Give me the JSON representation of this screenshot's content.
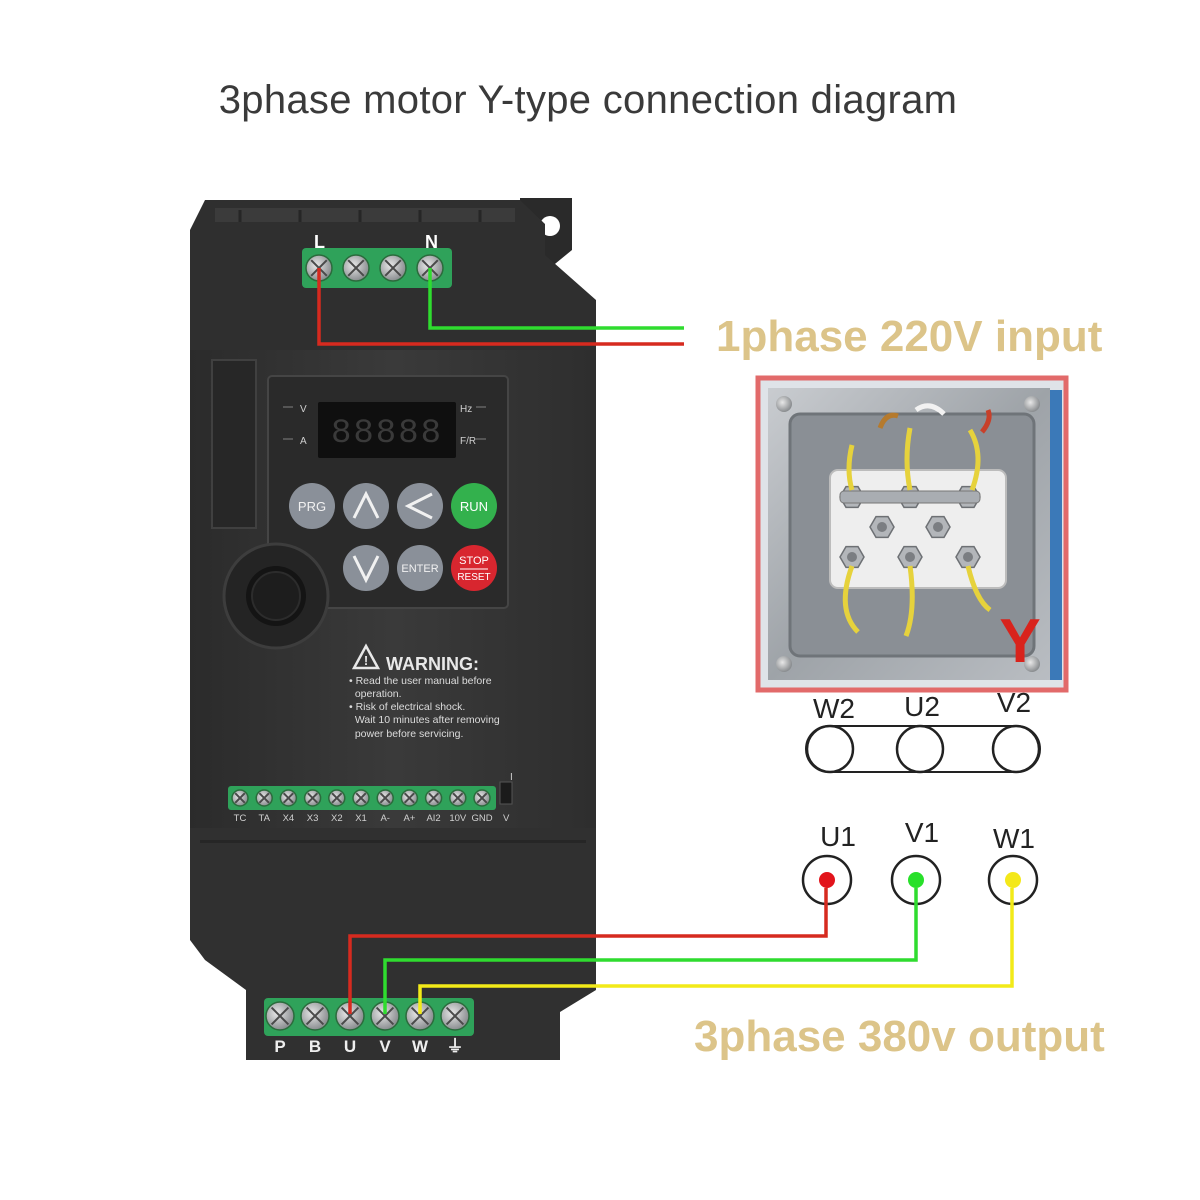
{
  "title": "3phase motor Y-type connection diagram",
  "input_label": "1phase 220V input",
  "output_label": "3phase 380v output",
  "colors": {
    "wire_live": "#d62a1f",
    "wire_green": "#2fdc2f",
    "wire_yellow": "#f2ea18",
    "label_gold": "#dcc489",
    "device_body": "#333333",
    "terminal_green": "#3fa456",
    "motor_box_border": "#e26a6a"
  },
  "vfd": {
    "top_terminals": {
      "label_l": "L",
      "label_n": "N"
    },
    "display": {
      "digits": "88888",
      "unit_v": "V",
      "unit_a": "A",
      "unit_hz": "Hz",
      "unit_fr": "F/R"
    },
    "keys": {
      "prg": "PRG",
      "up": "∧",
      "left": "<",
      "run": "RUN",
      "down": "∨",
      "enter": "ENTER",
      "stop": "STOP",
      "reset": "RESET"
    },
    "warning": {
      "heading": "WARNING:",
      "lines": [
        "• Read the user manual before",
        "  operation.",
        "• Risk of electrical shock.",
        "  Wait 10 minutes after removing",
        "  power before servicing."
      ]
    },
    "control_terminals": [
      "TC",
      "TA",
      "X4",
      "X3",
      "X2",
      "X1",
      "A-",
      "A+",
      "AI2",
      "10V",
      "GND",
      "V"
    ],
    "jumper_mark": "I",
    "power_terminals": [
      "P",
      "B",
      "U",
      "V",
      "W",
      "⏚"
    ]
  },
  "motor": {
    "upper_terminals": [
      "W2",
      "U2",
      "V2"
    ],
    "lower_terminals": [
      "U1",
      "V1",
      "W1"
    ],
    "y_mark": "Y",
    "box_labels": [
      "W2",
      "U2",
      "V2",
      "U1",
      "V1",
      "W1"
    ]
  }
}
